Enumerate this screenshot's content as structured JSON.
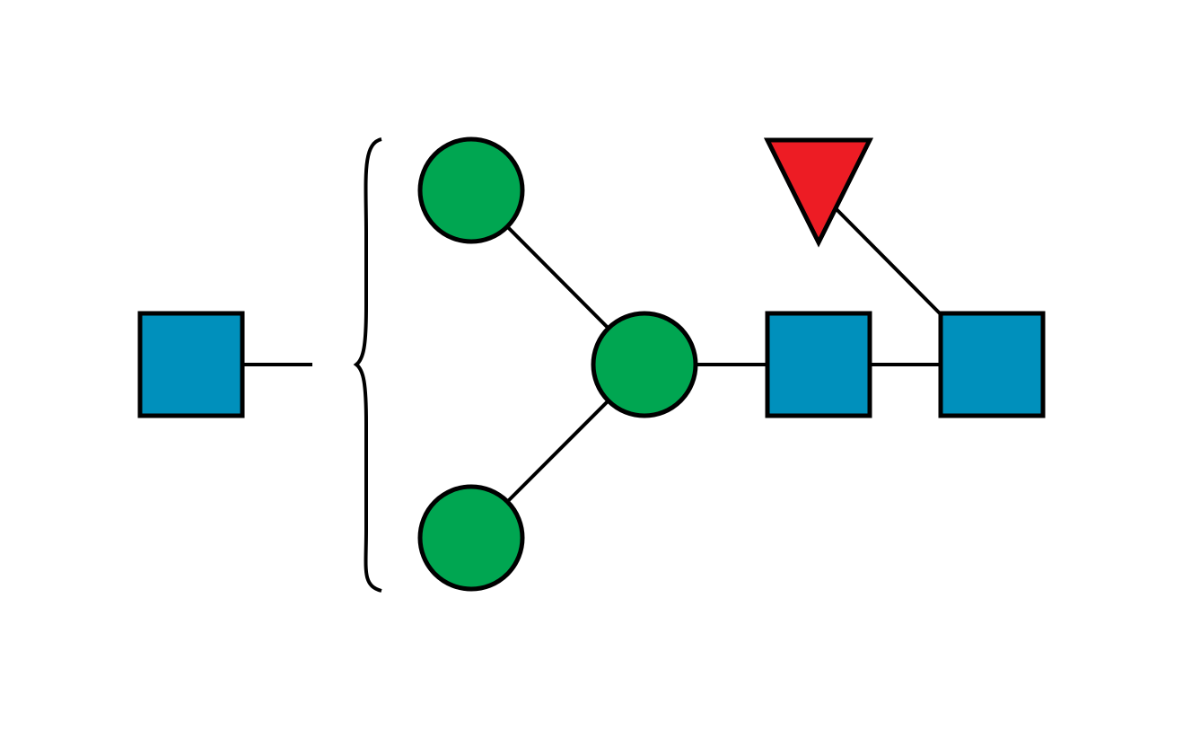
{
  "diagram": {
    "type": "glycan-snfg",
    "colors": {
      "background": "#ffffff",
      "line": "#000000",
      "glcnac_square": "#0090BC",
      "mannose_circle": "#00A651",
      "fucose_triangle": "#ED1C24"
    },
    "nodes": [
      {
        "id": "glcnac-antenna",
        "shape": "square",
        "color_key": "glcnac_square"
      },
      {
        "id": "man-top",
        "shape": "circle",
        "color_key": "mannose_circle"
      },
      {
        "id": "man-bottom",
        "shape": "circle",
        "color_key": "mannose_circle"
      },
      {
        "id": "man-core",
        "shape": "circle",
        "color_key": "mannose_circle"
      },
      {
        "id": "glcnac-core-1",
        "shape": "square",
        "color_key": "glcnac_square"
      },
      {
        "id": "glcnac-core-2",
        "shape": "square",
        "color_key": "glcnac_square"
      },
      {
        "id": "fucose",
        "shape": "triangle",
        "color_key": "fucose_triangle"
      }
    ],
    "edges": [
      {
        "from": "man-top",
        "to": "man-core"
      },
      {
        "from": "man-bottom",
        "to": "man-core"
      },
      {
        "from": "man-core",
        "to": "glcnac-core-1"
      },
      {
        "from": "glcnac-core-1",
        "to": "glcnac-core-2"
      },
      {
        "from": "fucose",
        "to": "glcnac-core-2"
      }
    ],
    "undetermined_attachment": {
      "substituent": "glcnac-antenna",
      "bracket": "curly-brace",
      "applies_to": [
        "man-top",
        "man-bottom"
      ]
    }
  }
}
